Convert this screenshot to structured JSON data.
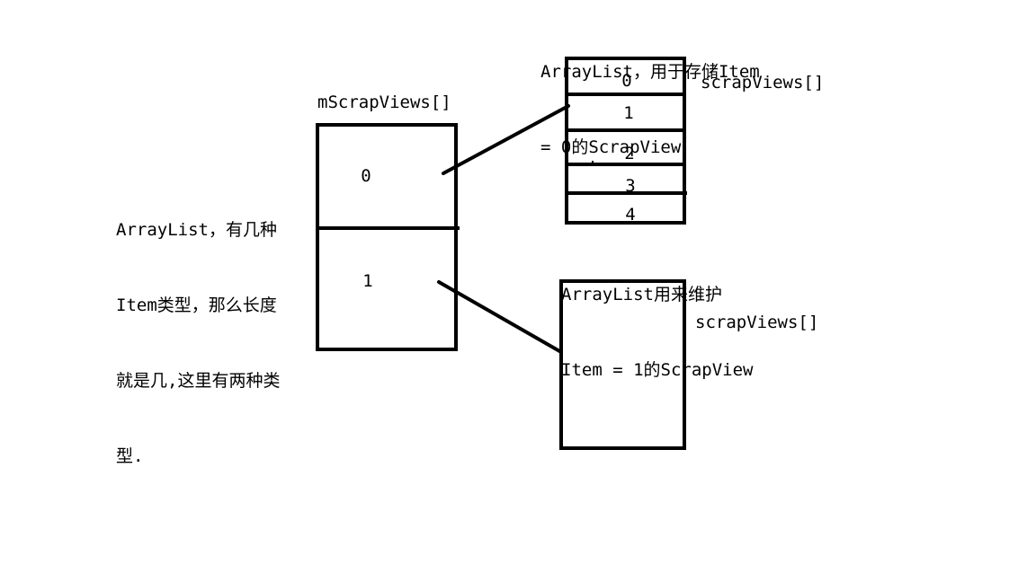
{
  "left_note": {
    "lines": [
      "ArrayList，有几种",
      "Item类型，那么长度",
      "就是几,这里有两种类",
      "型."
    ]
  },
  "mscrapviews": {
    "label": "mScrapViews[]",
    "cells": [
      "0",
      "1"
    ]
  },
  "list0": {
    "title_lines": [
      "ArrayList，用于存储Item",
      "= 0的ScrapView"
    ],
    "label": "scrapViews[]",
    "cells": [
      "0",
      "1",
      "2",
      "3",
      "4"
    ]
  },
  "list1": {
    "title_lines": [
      "ArrayList用来维护",
      "Item = 1的ScrapView"
    ],
    "label": "scrapViews[]",
    "cells": []
  },
  "colors": {
    "ink": "#000000",
    "background": "#ffffff"
  }
}
